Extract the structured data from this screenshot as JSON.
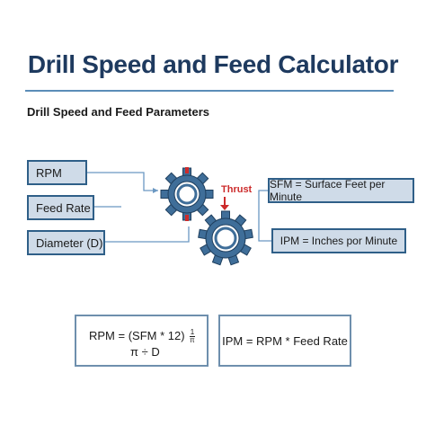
{
  "title": "Drill Speed and Feed Calculator",
  "subtitle": "Drill Speed and Feed Parameters",
  "inputs": [
    "RPM",
    "Feed Rate",
    "Diameter (D)"
  ],
  "outputs": [
    "SFM = Surface Feet per Minute",
    "IPM = Inches por Minute"
  ],
  "thrust_label": "Thrust",
  "formulas": {
    "rpm_top": "RPM = (SFM * 12)",
    "rpm_frac_num": "1",
    "rpm_frac_den": "π",
    "rpm_bottom": "π ÷ D",
    "ipm": "IPM = RPM * Feed Rate"
  },
  "icons": [
    "gear-icon",
    "gear-icon",
    "thrust-arrow-icon"
  ],
  "colors": {
    "title": "#1e3a5f",
    "box_fill": "#cfdbe8",
    "box_border": "#2f5f88",
    "gear": "#3f6e99",
    "thrust": "#cc2b2b"
  }
}
